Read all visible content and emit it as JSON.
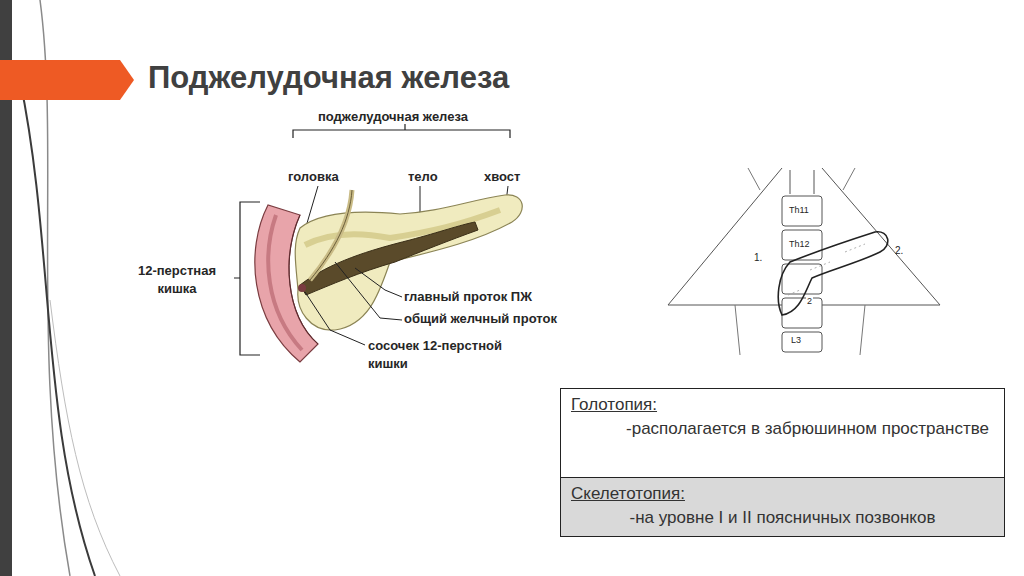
{
  "diagram": {
    "title": "Поджелудочная железа",
    "nodes": [
      {
        "text": [
          "Голотопия:",
          "-располагается в забрюшинном пространстве"
        ]
      },
      {
        "text": [
          "Скелетотопия:",
          "-на уровне I и II поясничных позвонков"
        ]
      }
    ],
    "labels": [
      "поджелудочная железа",
      "головка",
      "тело",
      "хвост",
      "12-перстная кишка",
      "главный проток ПЖ",
      "общий желчный проток",
      "сосочек 12-перстной кишки",
      "Th11",
      "Th12",
      "2",
      "L3",
      "1.",
      "2."
    ]
  }
}
